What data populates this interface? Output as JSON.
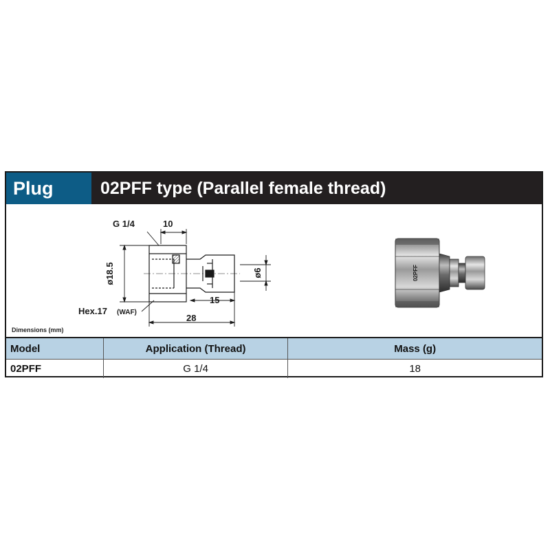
{
  "header": {
    "category": "Plug",
    "title": "02PFF type (Parallel female thread)"
  },
  "drawing": {
    "thread_label": "G 1/4",
    "thread_depth": "10",
    "body_diameter": "ø18.5",
    "hex_label": "Hex.17",
    "hex_waf": "(WAF)",
    "plug_length": "15",
    "overall_length": "28",
    "tip_diameter": "ø6",
    "product_marking": "02PFF"
  },
  "dimensions_note": "Dimensions (mm)",
  "table": {
    "headers": [
      "Model",
      "Application (Thread)",
      "Mass (g)"
    ],
    "rows": [
      [
        "02PFF",
        "G 1/4",
        "18"
      ]
    ]
  },
  "colors": {
    "category_bg": "#0d5c86",
    "header_bg": "#231f20",
    "table_header_bg": "#b8d2e4"
  }
}
